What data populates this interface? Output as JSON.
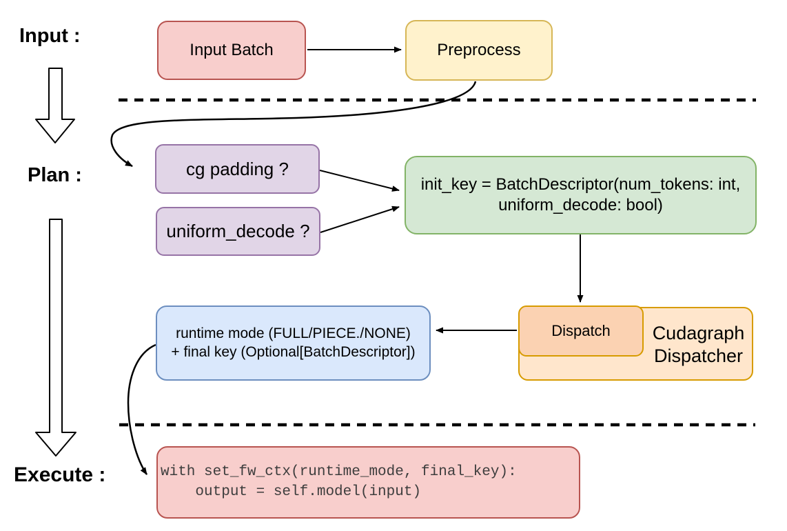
{
  "title": "Cudagraph dispatch pipeline diagram",
  "phases": {
    "input_label": "Input :",
    "plan_label": "Plan :",
    "execute_label": "Execute :"
  },
  "nodes": {
    "input_batch": {
      "label": "Input Batch"
    },
    "preprocess": {
      "label": "Preprocess"
    },
    "cg_padding": {
      "label": "cg padding ?"
    },
    "uniform_decode": {
      "label": "uniform_decode ?"
    },
    "init_key": {
      "line1": "init_key = BatchDescriptor(num_tokens: int,",
      "line2": "uniform_decode: bool)"
    },
    "runtime_result": {
      "line1": "runtime mode (FULL/PIECE./NONE)",
      "line2": "+ final key (Optional[BatchDescriptor])"
    },
    "dispatch": {
      "label": "Dispatch"
    },
    "cudagraph_dispatcher": {
      "line1": "Cudagraph",
      "line2": "Dispatcher"
    },
    "execute_code": {
      "line1": "with set_fw_ctx(runtime_mode, final_key):",
      "line2": "    output = self.model(input)"
    }
  },
  "colors": {
    "red_fill": "#f8cecc",
    "red_stroke": "#b85450",
    "yellow_fill": "#fff2cc",
    "yellow_stroke": "#d6b656",
    "purple_fill": "#e1d5e7",
    "purple_stroke": "#9673a6",
    "green_fill": "#d5e8d4",
    "green_stroke": "#82b366",
    "blue_fill": "#dae8fc",
    "blue_stroke": "#6c8ebf",
    "orange_outer_fill": "#ffe6cc",
    "orange_inner_fill": "#fbd2b2",
    "orange_stroke": "#d79b00",
    "connector": "#000000"
  }
}
